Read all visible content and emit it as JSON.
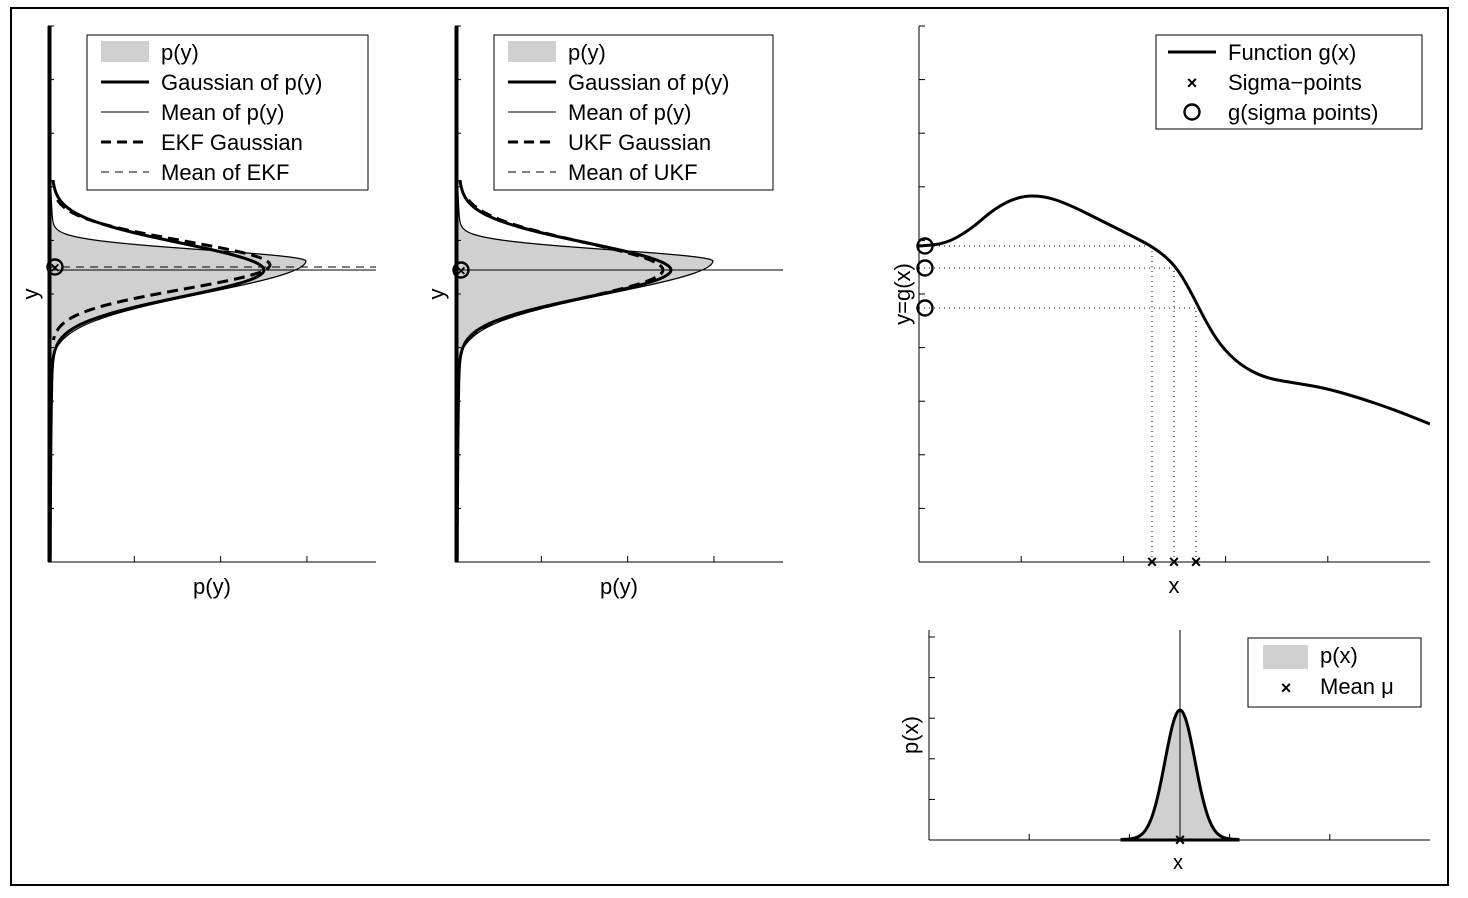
{
  "chart_data": [
    {
      "type": "area",
      "panel": "ekf-output",
      "xlabel": "p(y)",
      "ylabel": "y",
      "legend": [
        "p(y)",
        "Gaussian of p(y)",
        "Mean of p(y)",
        "EKF Gaussian",
        "Mean of EKF"
      ],
      "legend_position": "top-right"
    },
    {
      "type": "area",
      "panel": "ukf-output",
      "xlabel": "p(y)",
      "ylabel": "y",
      "legend": [
        "p(y)",
        "Gaussian of p(y)",
        "Mean of p(y)",
        "UKF Gaussian",
        "Mean of UKF"
      ],
      "legend_position": "top-right"
    },
    {
      "type": "line",
      "panel": "transform",
      "xlabel": "x",
      "ylabel": "y=g(x)",
      "legend": [
        "Function g(x)",
        "Sigma−points",
        "g(sigma points)"
      ],
      "legend_position": "top-right",
      "sigma_points_x": [
        -1,
        0,
        1
      ],
      "g_sigma_points_y": [
        0.6,
        0,
        -1.5
      ]
    },
    {
      "type": "area",
      "panel": "input",
      "xlabel": "x",
      "ylabel": "p(x)",
      "legend": [
        "p(x)",
        "Mean μ"
      ],
      "legend_position": "top-right"
    }
  ],
  "colors": {
    "fill": "#d0d0d0",
    "line": "#000000"
  }
}
